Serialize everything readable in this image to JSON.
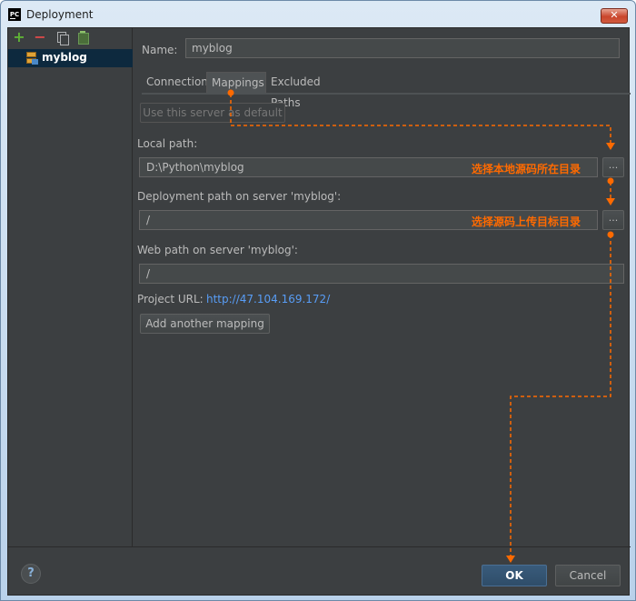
{
  "window": {
    "title": "Deployment",
    "icon_text": "PC",
    "close_glyph": "✕"
  },
  "toolbar": {
    "add_glyph": "+",
    "remove_glyph": "−"
  },
  "tree": {
    "items": [
      {
        "label": "myblog",
        "selected": true
      }
    ]
  },
  "form": {
    "name_label": "Name:",
    "name_value": "myblog",
    "tabs": [
      {
        "label": "Connection",
        "active": false
      },
      {
        "label": "Mappings",
        "active": true
      },
      {
        "label": "Excluded Paths",
        "active": false
      }
    ],
    "use_default_button": "Use this server as default",
    "local_path_label": "Local path:",
    "local_path_value": "D:\\Python\\myblog",
    "deployment_path_label": "Deployment path on server 'myblog':",
    "deployment_path_value": "/",
    "web_path_label": "Web path on server 'myblog':",
    "web_path_value": "/",
    "browse_glyph": "...",
    "project_url_label": "Project URL:",
    "project_url_value": "http://47.104.169.172/",
    "add_mapping_button": "Add another mapping"
  },
  "annotations": {
    "local_hint": "选择本地源码所在目录",
    "deploy_hint": "选择源码上传目标目录",
    "color": "#ff6a00"
  },
  "footer": {
    "help_glyph": "?",
    "ok_button": "OK",
    "cancel_button": "Cancel"
  }
}
